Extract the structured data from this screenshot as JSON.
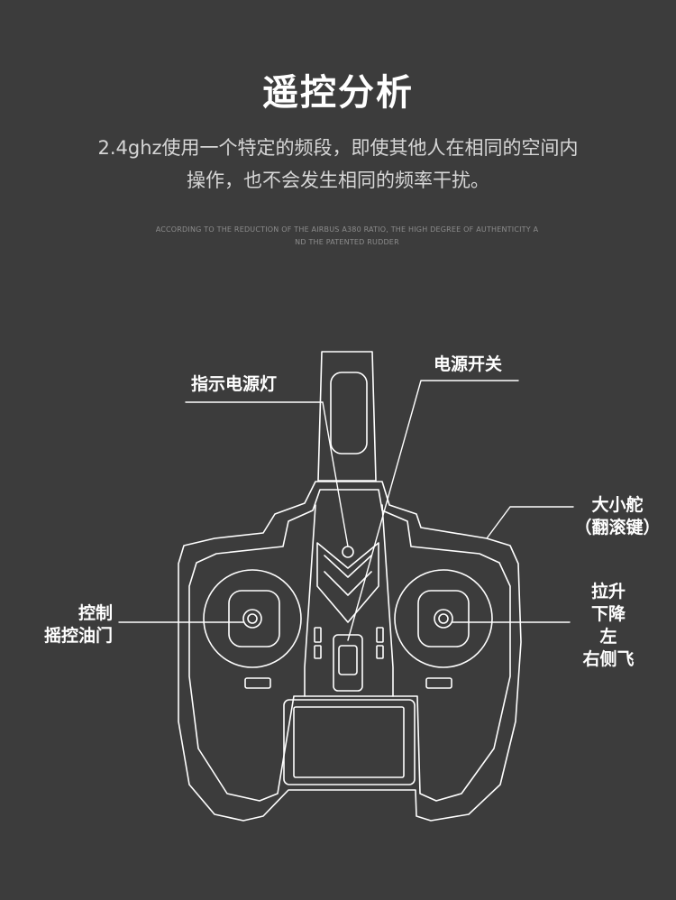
{
  "header": {
    "title": "遥控分析",
    "subtitle_line1": "2.4ghz使用一个特定的频段，即使其他人在相同的空间内",
    "subtitle_line2": "操作，也不会发生相同的频率干扰。",
    "caption_line1": "ACCORDING TO THE REDUCTION OF THE AIRBUS A380 RATIO, THE HIGH DEGREE OF AUTHENTICITY A",
    "caption_line2": "ND THE PATENTED RUDDER"
  },
  "labels": {
    "indicator_light": "指示电源灯",
    "power_switch": "电源开关",
    "rudder_line1": "大小舵",
    "rudder_line2": "（翻滚键）",
    "throttle_line1": "控制",
    "throttle_line2": "摇控油门",
    "right_stick_line1": "拉升",
    "right_stick_line2": "下降",
    "right_stick_line3": "左",
    "right_stick_line4": "右侧飞"
  },
  "colors": {
    "background": "#3c3c3c",
    "line": "#ffffff",
    "text": "#ffffff"
  }
}
